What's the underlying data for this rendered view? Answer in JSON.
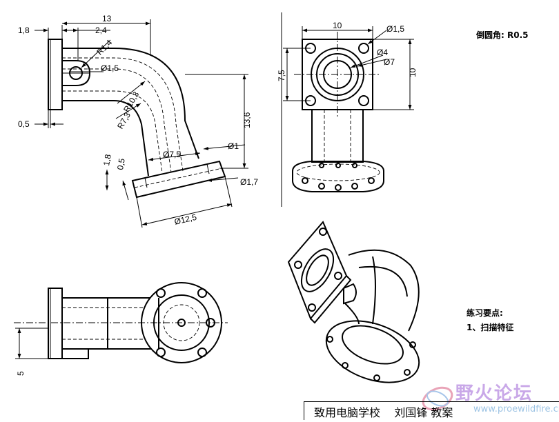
{
  "front_view": {
    "dims": {
      "d13": "13",
      "d1_8": "1,8",
      "d2_4": "2,4",
      "r1_4": "R1,4",
      "dia1_5": "Ø1,5",
      "r10_3": "R10,3",
      "r7_3": "R7,3",
      "d0_5_left": "0,5",
      "d13_6": "13,6",
      "dia7_5": "Ø7,5",
      "dia1": "Ø1",
      "d1_8_b": "1,8",
      "d0_5_b": "0,5",
      "dia1_7": "Ø1,7",
      "dia12_5": "Ø12,5"
    }
  },
  "side_view": {
    "dims": {
      "d10_top": "10",
      "dia1_5": "Ø1,5",
      "dia4": "Ø4",
      "dia7": "Ø7",
      "d7_5": "7,5",
      "d10_right": "10"
    }
  },
  "top_view": {
    "dims": {
      "d5": "5"
    }
  },
  "notes": {
    "fillet": "倒圆角: R0.5",
    "practice_title": "练习要点:",
    "practice_item": "1、扫描特征"
  },
  "title_block": {
    "text": "致用电脑学校    刘国锋 教案"
  },
  "watermark": {
    "name": "野火论坛",
    "url": "www.proewildfire.cn"
  }
}
